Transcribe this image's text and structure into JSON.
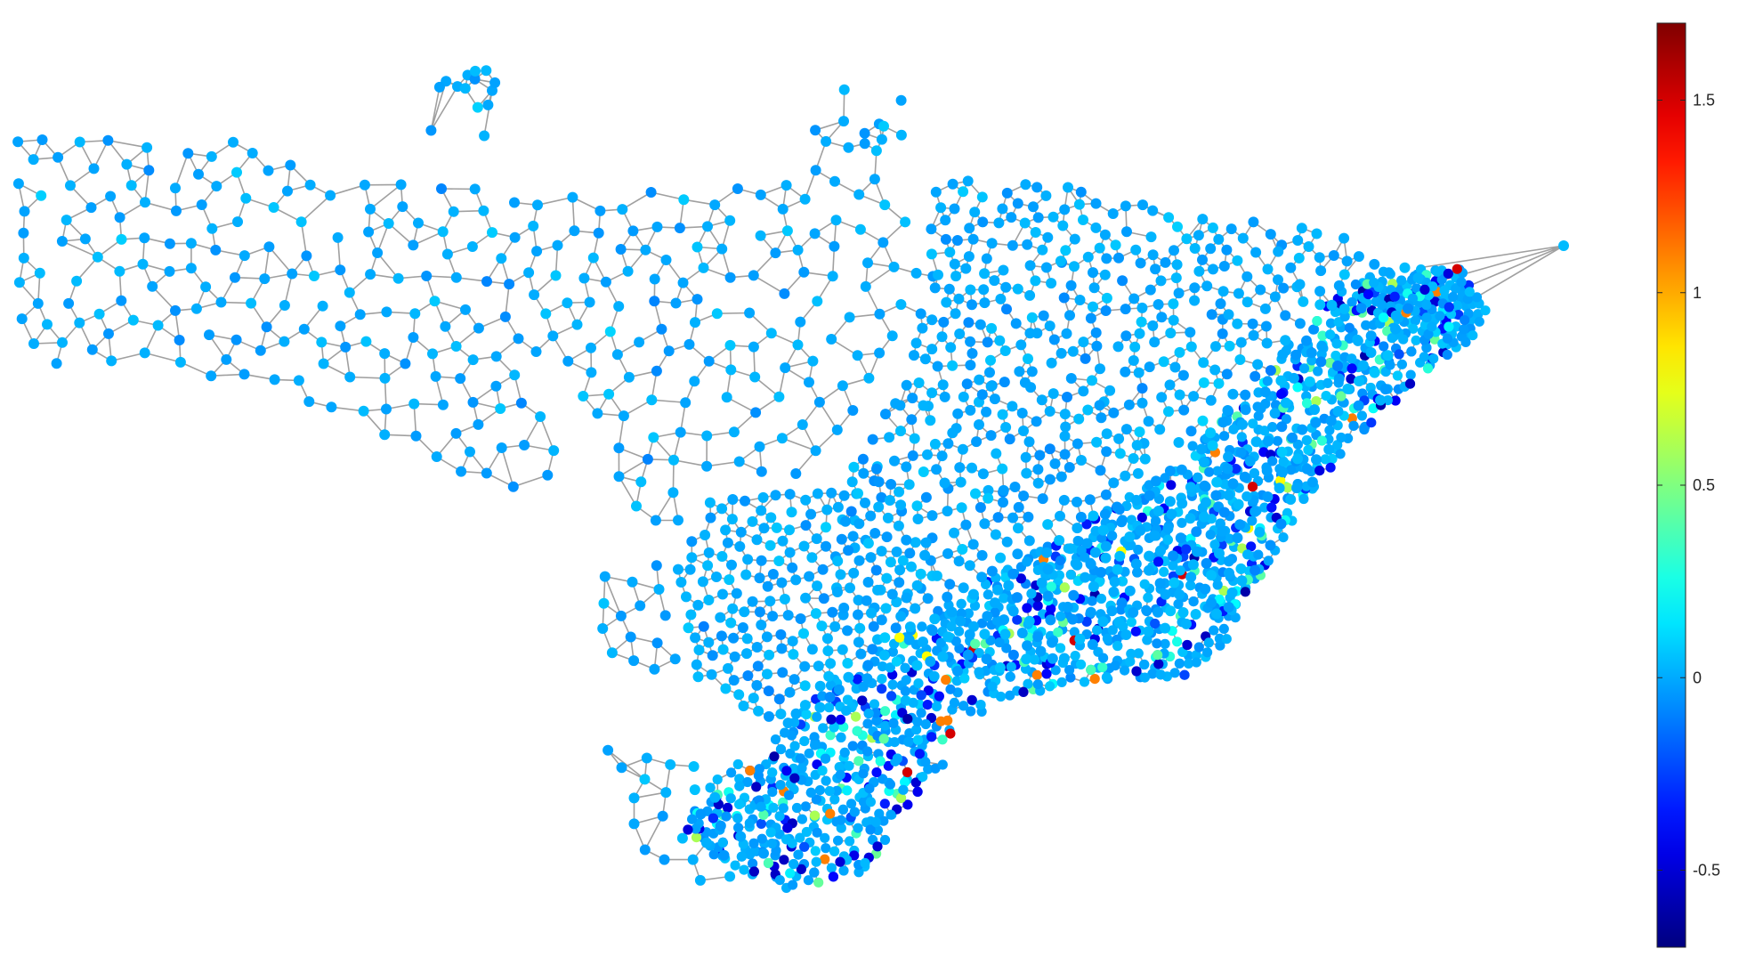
{
  "chart_data": {
    "type": "graph-signal",
    "title": "",
    "xlabel": "",
    "ylabel": "",
    "description_hint": "Sensor / road network graph; each node colored by a signal value using a jet colormap; gray edges connect nearby nodes.",
    "colorbar": {
      "colormap": "jet",
      "range": [
        -0.7,
        1.7
      ],
      "ticks": [
        -0.5,
        0,
        0.5,
        1,
        1.5
      ],
      "tick_labels": [
        "-0.5",
        "0",
        "0.5",
        "1",
        "1.5"
      ],
      "location": "right"
    },
    "node_value_distribution": {
      "dominant_value": 0.0,
      "typical_range": [
        -0.2,
        0.25
      ],
      "outliers": [
        -0.6,
        -0.5,
        0.6,
        0.8,
        1.1,
        1.5
      ]
    },
    "edge_color": "#a0a0a0",
    "background": "#ffffff"
  }
}
